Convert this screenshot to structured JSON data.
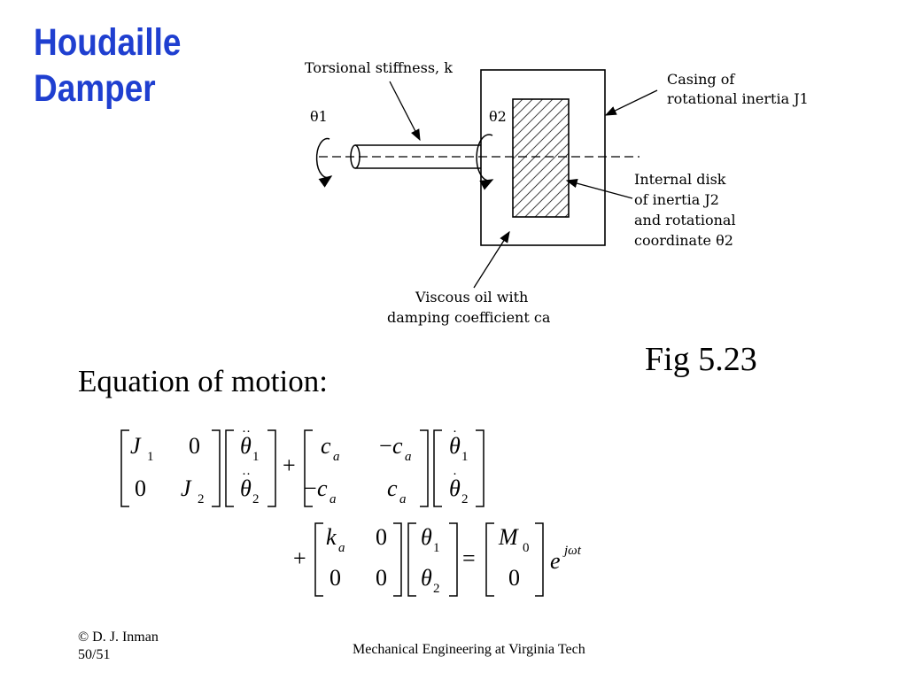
{
  "slide": {
    "title_lines": [
      "Houdaille",
      "Damper"
    ],
    "fig_ref": "Fig 5.23",
    "equation_label": "Equation of motion:",
    "footer": {
      "copyright": "© D. J. Inman",
      "page": "50/51",
      "institution": "Mechanical Engineering at Virginia Tech"
    },
    "colors": {
      "title": "#1f3fd0"
    }
  },
  "figure": {
    "labels": {
      "stiffness": "Torsional stiffness, k",
      "theta1": "θ1",
      "theta2": "θ2",
      "casing_line1": "Casing of",
      "casing_line2": "rotational inertia J1",
      "disk_line1": "Internal disk",
      "disk_line2": "of inertia J2",
      "disk_line3": "and rotational",
      "disk_line4": "coordinate θ2",
      "oil_line1": "Viscous oil with",
      "oil_line2": "damping coefficient ca"
    }
  }
}
